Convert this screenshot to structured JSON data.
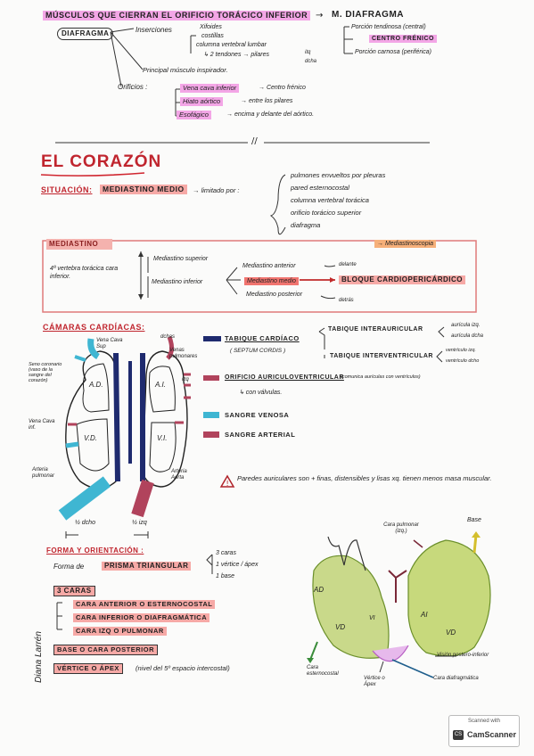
{
  "header": {
    "title": "MÚSCULOS QUE CIERRAN EL ORIFICIO TORÁCICO INFERIOR",
    "result": "M. DIAFRAGMA",
    "diaphragm_label": "DIAFRAGMA",
    "insertions_label": "Inserciones",
    "insertions": [
      "Xifoides",
      "costillas",
      "columna vertebral lumbar",
      "↳ 2 tendones → pilares",
      "itq",
      "dcha"
    ],
    "right_parts": [
      "Porción tendinosa (central)",
      "CENTRO FRÉNICO",
      "Porción carnosa (periférica)"
    ],
    "principal": "Principal músculo inspirador.",
    "orificios_label": "Orificios :",
    "orificios": [
      {
        "name": "Vena cava inferior",
        "desc": "→ Centro frénico"
      },
      {
        "name": "Hiato aórtico",
        "desc": "→ entre los pilares"
      },
      {
        "name": "Esofágico",
        "desc": "→ encima y delante del aórtico."
      }
    ]
  },
  "corazon": {
    "title": "EL CORAZÓN",
    "situacion_label": "SITUACIÓN:",
    "situacion_value": "MEDIASTINO MEDIO",
    "limitado": "→ limitado por :",
    "limits": [
      "pulmones envueltos por pleuras",
      "pared esternocostal",
      "columna vertebral torácica",
      "orificio torácico superior",
      "diafragma"
    ]
  },
  "mediastino": {
    "title": "MEDIASTINO",
    "tag": "→ Mediastinoscopia",
    "left": "4ª vertebra torácica cara inferior.",
    "superior": "Mediastino superior",
    "inferior": "Mediastino inferior",
    "anterior": "Mediastino anterior",
    "anterior_note": "delante",
    "medio": "Mediastino medio",
    "posterior": "Mediastino posterior",
    "posterior_note": "detrás",
    "bloque": "BLOQUE CARDIOPERICÁRDICO"
  },
  "camaras": {
    "title": "CÁMARAS CARDÍACAS:",
    "heart_labels": [
      "Vena Cava Sup",
      "dchas",
      "Venas pulmonares",
      "Seno coronario (vaso de la sangre del corazón)",
      "Vena Cava inf.",
      "Arteria pulmonar",
      "Arteria Aorta",
      "A.D.",
      "A.I.",
      "V.D.",
      "V.I.",
      "izq",
      "½ dcho",
      "½ izq"
    ],
    "tabique": "TABIQUE CARDÍACO",
    "septum": "( SEPTUM CORDIS )",
    "inter_aur": "TABIQUE INTERAURICULAR",
    "inter_aur_notes": [
      "aurícula izq.",
      "aurícula dcha"
    ],
    "inter_ven": "TABIQUE INTERVENTRICULAR",
    "inter_ven_notes": [
      "ventrículo izq.",
      "ventrículo dcho"
    ],
    "orificio": "ORIFICIO AURICULOVENTRICULAR",
    "orificio_note": "(comunica aurículas con ventrículos)",
    "valvulas": "↳ con válvulas.",
    "venosa": "SANGRE VENOSA",
    "arterial": "SANGRE ARTERIAL",
    "warning": "Paredes auriculares son + finas, distensibles y lisas xq. tienen menos masa muscular."
  },
  "forma": {
    "title": "FORMA Y ORIENTACIÓN :",
    "forma_de": "Forma de",
    "prisma": "PRISMA TRIANGULAR",
    "counts": [
      "3 caras",
      "1 vértice / ápex",
      "1 base"
    ],
    "caras_title": "3 CARAS",
    "caras": [
      "CARA ANTERIOR O ESTERNOCOSTAL",
      "CARA INFERIOR O DIAFRAGMÁTICA",
      "CARA IZQ O PULMONAR"
    ],
    "base": "BASE O CARA POSTERIOR",
    "vertice": "VÉRTICE O ÁPEX",
    "vertice_note": "(nivel del 5º espacio intercostal)",
    "author": "Diana Larrén",
    "diagram_labels": [
      "Cara pulmonar (izq.)",
      "Base",
      "AD",
      "VD",
      "VI",
      "AI",
      "VD",
      "Cara esternocostal",
      "Vértice o Ápex",
      "Cara diafragmática",
      "Visión postero-inferior"
    ]
  },
  "watermark": {
    "line1": "Scanned with",
    "line2": "CamScanner"
  }
}
